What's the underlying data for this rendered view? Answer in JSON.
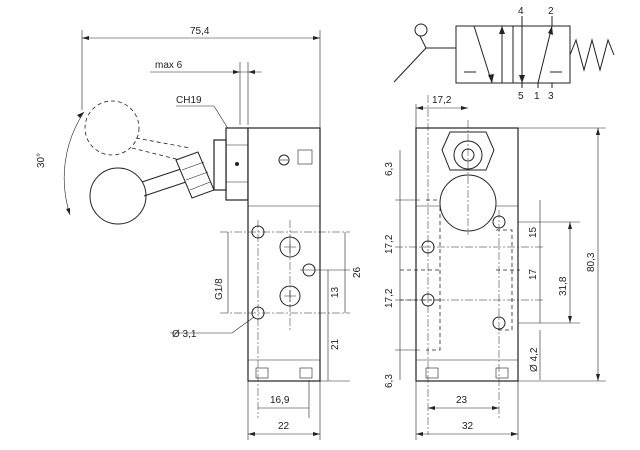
{
  "front_view": {
    "overall_width": "75,4",
    "max_offset": "max 6",
    "hex_size": "CH19",
    "angle": "30°",
    "port_thread": "G1/8",
    "hole_diameter": "Ø 3,1",
    "height_26": "26",
    "height_13": "13",
    "height_21": "21",
    "width_16_9": "16,9",
    "width_22": "22"
  },
  "side_view": {
    "top_offset": "17,2",
    "dim_6_3_top": "6,3",
    "dim_17_2_a": "17,2",
    "dim_17_2_b": "17,2",
    "dim_6_3_bottom": "6,3",
    "dim_15": "15",
    "dim_17": "17",
    "dim_31_8": "31,8",
    "dim_80_3": "80,3",
    "hole_diameter": "Ø 4,2",
    "width_23": "23",
    "width_32": "32"
  },
  "symbol": {
    "port_4": "4",
    "port_2": "2",
    "port_5": "5",
    "port_1": "1",
    "port_3": "3"
  }
}
